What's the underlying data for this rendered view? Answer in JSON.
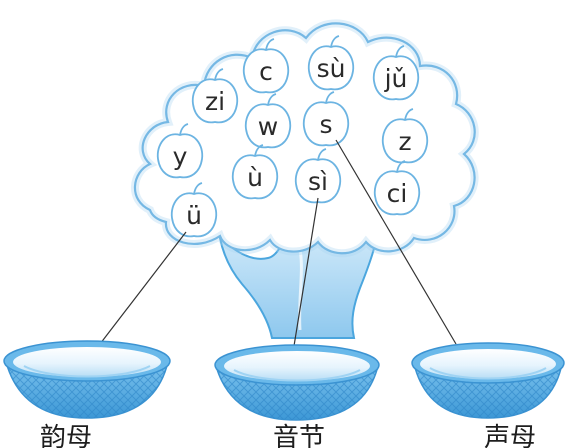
{
  "tree": {
    "apples": [
      {
        "id": "c",
        "text": "c"
      },
      {
        "id": "su",
        "text": "sù"
      },
      {
        "id": "ju",
        "text": "jǔ"
      },
      {
        "id": "zi",
        "text": "zi"
      },
      {
        "id": "w",
        "text": "w"
      },
      {
        "id": "s",
        "text": "s"
      },
      {
        "id": "z",
        "text": "z"
      },
      {
        "id": "y",
        "text": "y"
      },
      {
        "id": "u",
        "text": "ù"
      },
      {
        "id": "si",
        "text": "sì"
      },
      {
        "id": "ci",
        "text": "ci"
      },
      {
        "id": "uu",
        "text": "ü"
      }
    ]
  },
  "baskets": [
    {
      "id": "yunmu",
      "label": "韵母"
    },
    {
      "id": "yinjie",
      "label": "音节"
    },
    {
      "id": "shengmu",
      "label": "声母"
    }
  ],
  "connections": [
    {
      "from": "uu",
      "to": "yunmu"
    },
    {
      "from": "si",
      "to": "yinjie"
    },
    {
      "from": "s",
      "to": "shengmu"
    }
  ],
  "colors": {
    "canopy_outline": "#5aa9de",
    "canopy_fill": "#ffffff",
    "trunk_fill": "#a7d6f4",
    "apple_outline": "#6cb4e2",
    "basket_rim": "#4ba6de",
    "basket_fill": "#bfe2f7",
    "line": "#333333"
  }
}
